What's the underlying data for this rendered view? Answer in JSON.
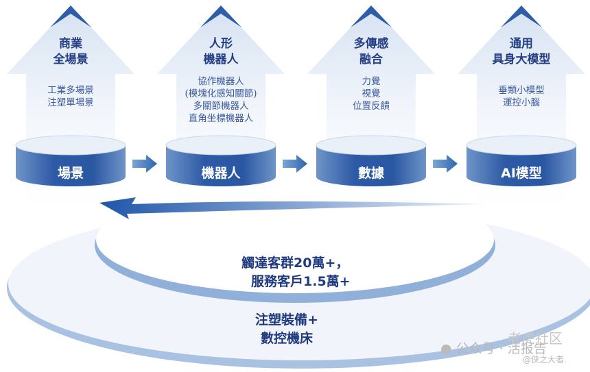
{
  "columns": [
    {
      "title_lines": [
        "商業",
        "全場景"
      ],
      "items": [
        "工業多場景",
        "注塑單場景"
      ],
      "band": "場景"
    },
    {
      "title_lines": [
        "人形",
        "機器人"
      ],
      "items": [
        "協作機器人",
        "(模塊化感知關節)",
        "多關節機器人",
        "直角坐標機器人"
      ],
      "band": "機器人"
    },
    {
      "title_lines": [
        "多傳感",
        "融合"
      ],
      "items": [
        "力覺",
        "視覺",
        "位置反饋"
      ],
      "band": "數據"
    },
    {
      "title_lines": [
        "通用",
        "具身大模型"
      ],
      "items": [
        "垂類小模型",
        "運控小腦"
      ],
      "band": "AI模型"
    }
  ],
  "inner_platform": {
    "lines": [
      "觸達客群20萬+，",
      "服務客戶1.5萬+"
    ]
  },
  "outer_platform": {
    "lines": [
      "注塑裝備+",
      "數控機床"
    ]
  },
  "watermarks": {
    "wechat": "公众号 · 活报告",
    "community": "老虎社区",
    "author": "@侠之大者."
  },
  "colors": {
    "band_blue": "#2f5ea8",
    "text_blue": "#1f3f86",
    "arrow_blue": "#3a73b8"
  }
}
